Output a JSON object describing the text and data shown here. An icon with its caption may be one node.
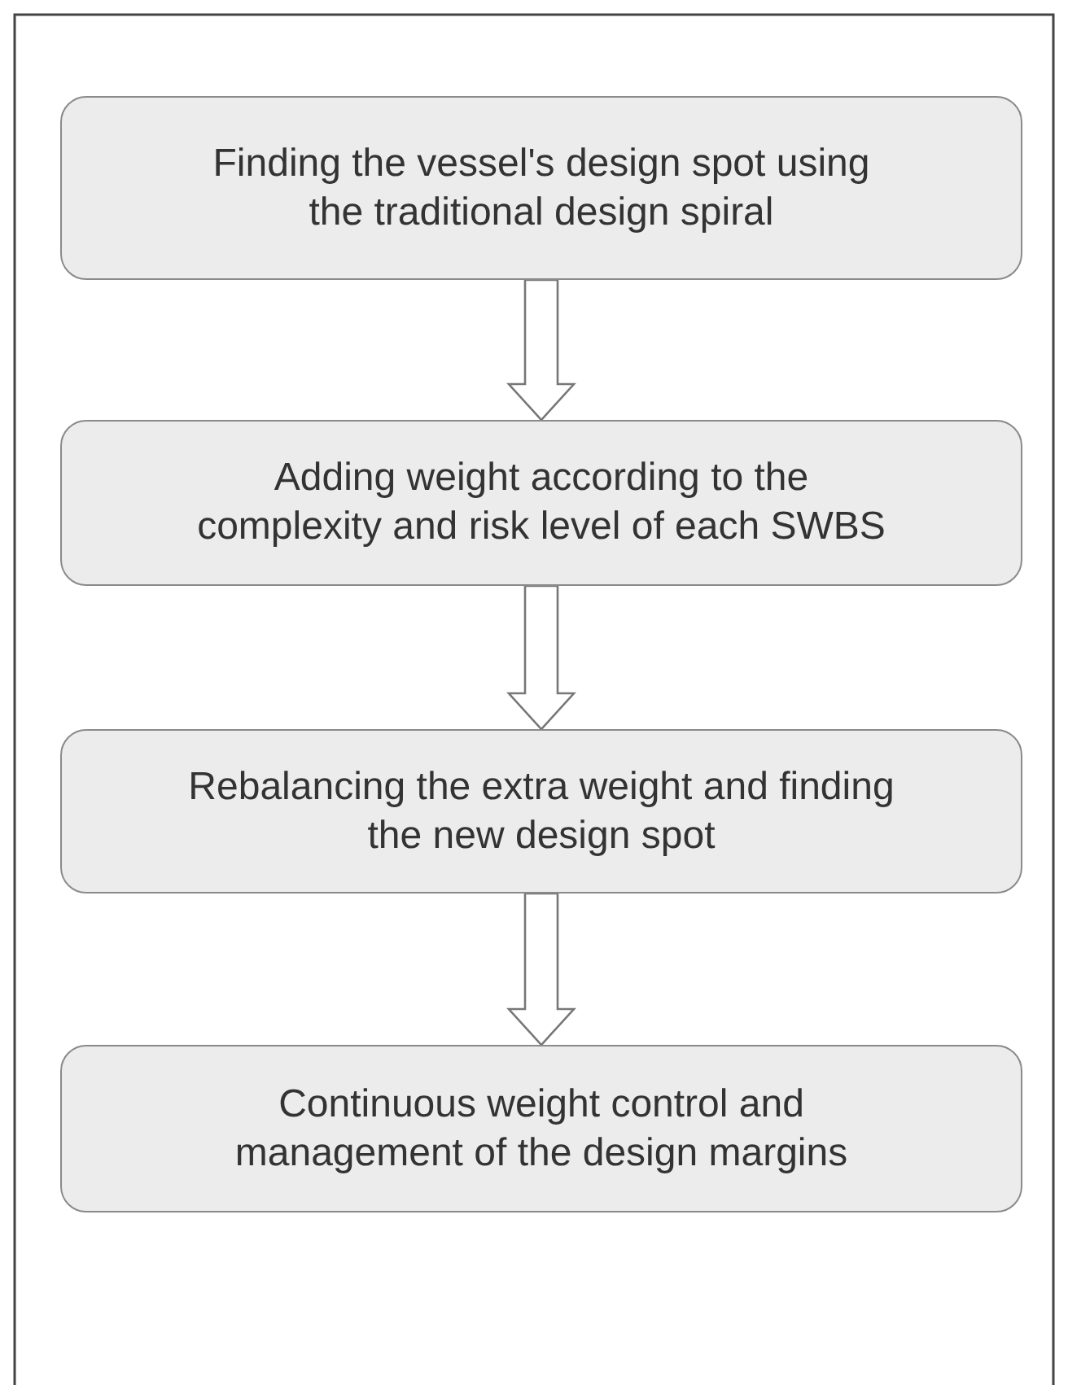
{
  "diagram": {
    "nodes": [
      {
        "text": [
          "Finding the vessel's design spot using the traditional design spiral"
        ]
      },
      {
        "text": [
          "Adding weight according to the complexity and risk level of each SWBS"
        ]
      },
      {
        "text": [
          "Rebalancing the extra weight and finding the new design spot"
        ]
      },
      {
        "text": [
          "Continuous weight control and management of the design margins"
        ]
      }
    ],
    "edges": [
      {
        "from": 0,
        "to": 1,
        "arrow": "to"
      },
      {
        "from": 1,
        "to": 2,
        "arrow": "to"
      },
      {
        "from": 2,
        "to": 3,
        "arrow": "to"
      }
    ]
  }
}
